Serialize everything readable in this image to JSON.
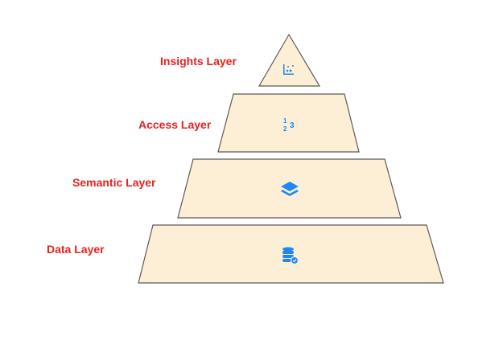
{
  "colors": {
    "label": "#e8201f",
    "fill": "#fdeed6",
    "icon": "#1e88f5"
  },
  "layers": [
    {
      "label": "Insights Layer",
      "icon": "scatter-chart-icon"
    },
    {
      "label": "Access Layer",
      "icon": "numbers-123-icon"
    },
    {
      "label": "Semantic Layer",
      "icon": "layers-icon"
    },
    {
      "label": "Data Layer",
      "icon": "database-check-icon"
    }
  ]
}
